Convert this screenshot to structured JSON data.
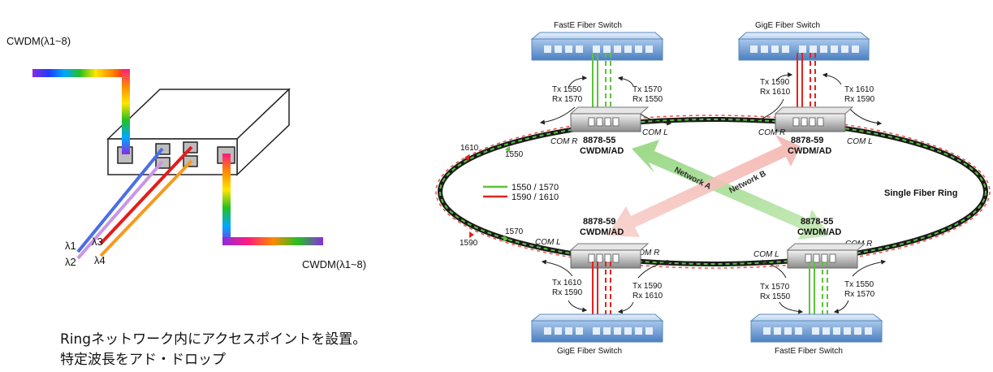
{
  "left": {
    "cwdm_top_label": "CWDM(λ1~8)",
    "cwdm_bottom_label": "CWDM(λ1~8)",
    "lambda1": "λ1",
    "lambda2": "λ2",
    "lambda3": "λ3",
    "lambda4": "λ4",
    "note_line1": "Ringネットワーク内にアクセスポイントを設置。",
    "note_line2": "特定波長をアド・ドロップ"
  },
  "right": {
    "switch_tl": "FastE Fiber Switch",
    "switch_tr": "GigE Fiber Switch",
    "switch_bl": "GigE Fiber Switch",
    "switch_br": "FastE Fiber Switch",
    "tl_txrx_left": [
      "Tx 1550",
      "Rx 1570"
    ],
    "tl_txrx_right": [
      "Tx 1570",
      "Rx 1550"
    ],
    "tr_txrx_left": [
      "Tx 1590",
      "Rx 1610"
    ],
    "tr_txrx_right": [
      "Tx 1610",
      "Rx 1590"
    ],
    "bl_txrx_left": [
      "Tx 1610",
      "Rx 1590"
    ],
    "bl_txrx_right": [
      "Tx 1590",
      "Rx 1610"
    ],
    "br_txrx_left": [
      "Tx 1570",
      "Rx 1550"
    ],
    "br_txrx_right": [
      "Tx 1550",
      "Rx 1570"
    ],
    "node_tl": [
      "8878-55",
      "CWDM/AD"
    ],
    "node_tr": [
      "8878-59",
      "CWDM/AD"
    ],
    "node_bl": [
      "8878-59",
      "CWDM/AD"
    ],
    "node_br": [
      "8878-55",
      "CWDM/AD"
    ],
    "com_r": "COM R",
    "com_l": "COM L",
    "network_a": "Network A",
    "network_b": "Network B",
    "ring_label": "Single Fiber Ring",
    "legend_green": "1550 / 1570",
    "legend_red": "1590 / 1610",
    "wl_1610": "1610",
    "wl_1550": "1550",
    "wl_1570": "1570",
    "wl_1590": "1590",
    "colors": {
      "green": "#5cc23a",
      "red": "#e5221b",
      "ring_dark": "#1a1a1a",
      "switch_blue": "#4f82c2"
    }
  }
}
